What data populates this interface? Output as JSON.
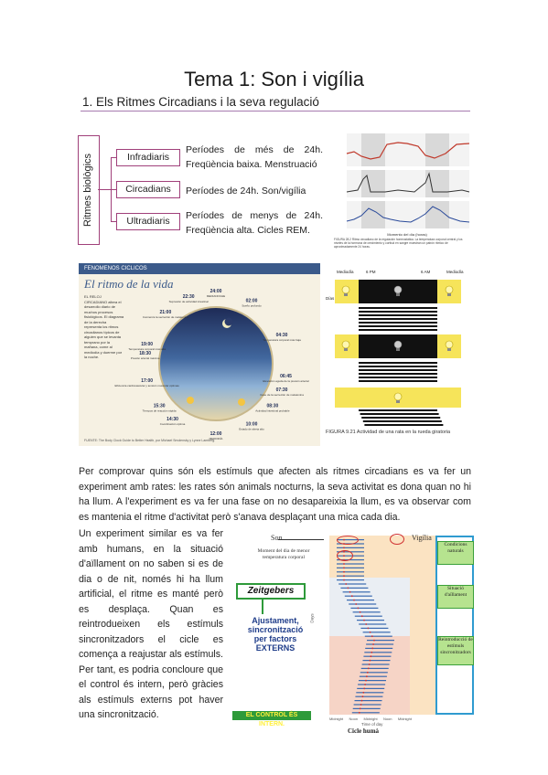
{
  "header": {
    "title": "Tema 1: Son i vigília",
    "section": "1.  Els Ritmes Circadians i la seva regulació"
  },
  "diagram": {
    "root_label": "Ritmes biològics",
    "items": [
      {
        "label": "Infradiaris",
        "description": "Períodes de més de 24h. Freqüència baixa. Menstruació"
      },
      {
        "label": "Circadians",
        "description": "Períodes de 24h. Son/vigília"
      },
      {
        "label": "Ultradiaris",
        "description": "Períodes de menys de 24h. Freqüència alta. Cicles REM."
      }
    ]
  },
  "figures": {
    "graph_caption": "FIGURA 28.2 Ritmo circadiano de la regulación homeostática. La temperatura corporal central y los niveles de la hormona de crecimiento y cortisol en sangre muestran un patrón rítmico de aproximadamente 24 horas.",
    "graph_xlabel": "Momento del día (horas)",
    "wheel_header": "FENOMENOS CICLICOS",
    "wheel_title": "El ritmo de la vida",
    "wheel_intro": "EL RELOJ CIRCADIANO altera el desarrollo diario de muchos procesos fisiológicos. El diagrama de la derecha representa los ritmos circadianos típicos de alguien que se levanta temprano por la mañana, come al mediodía y duerme por la noche.",
    "wheel_times": [
      {
        "time": "22:30",
        "text": "Supresión de actividad intestinal"
      },
      {
        "time": "24:00",
        "text": "MEDIANOCHE"
      },
      {
        "time": "02:00",
        "text": "Sueño profundo"
      },
      {
        "time": "21:00",
        "text": "Comienza la secreción de melatonina"
      },
      {
        "time": "04:30",
        "text": "Temperatura corporal más baja"
      },
      {
        "time": "19:00",
        "text": "Temperatura corporal más alta"
      },
      {
        "time": "18:30",
        "text": "Presión arterial máxima"
      },
      {
        "time": "06:45",
        "text": "Elevación aguda de la presión arterial"
      },
      {
        "time": "17:00",
        "text": "Eficiencia cardiovascular y tensión muscular óptimas"
      },
      {
        "time": "07:30",
        "text": "Cese de la secreción de melatonina"
      },
      {
        "time": "08:30",
        "text": "Actividad intestinal probable"
      },
      {
        "time": "15:30",
        "text": "Tiempos de reacción rápida"
      },
      {
        "time": "14:30",
        "text": "Coordinación óptima"
      },
      {
        "time": "10:00",
        "text": "Estado de alerta alto"
      },
      {
        "time": "12:00",
        "text": "MEDIODÍA"
      }
    ],
    "wheel_footer": "FUENTE: The Body Clock Guide to Better Health, por Michael Smolensky y Lynne Lamberg.",
    "rat_col_labels": [
      "Mediodía",
      "6 PM",
      "6 AM",
      "Mediodía"
    ],
    "rat_side_label": "Días",
    "rat_caption": "FIGURA 9.21 Actividad de una rata en la rueda giratoria",
    "human_labels": {
      "son": "Son",
      "vigilia": "Vigília",
      "moment": "Moment del dia de menor temperatura corporal",
      "cond": "Condicions naturals",
      "aill": "Situació d'aïllament",
      "reintro": "Reintroducció de estímuls sincronitzadors",
      "xaxis": "Time of day",
      "days": "Days",
      "ticks": [
        "Midnight",
        "Noon",
        "Midnight",
        "Noon",
        "Midnight"
      ],
      "caption": "Cicle humà"
    },
    "zeitgebers": "Zeitgebers",
    "ajustament": "Ajustament, sincronització per factors EXTERNS",
    "control": "EL CONTROL ÉS INTERN."
  },
  "body": {
    "paragraph1": "Per comprovar quins són els estímuls que afecten als ritmes circadians es va fer un experiment amb rates: les rates són animals nocturns, la seva activitat es dona quan no hi ha llum. A l'experiment es va fer una fase on no desapareixia la llum, es va observar com es mantenia el ritme d'activitat però s'anava desplaçant una mica cada dia.",
    "paragraph2": "Un experiment similar es va fer amb humans, en la situació d'aïllament on no saben si es de dia o de nit, només hi ha llum artificial, el ritme es manté però es desplaça. Quan es reintrodueixen els estímuls sincronitzadors el cicle es comença a reajustar als estímuls. Per tant, es podria concloure que el control és intern, però gràcies als estímuls externs pot haver una sincronització."
  },
  "colors": {
    "accent": "#a0407a",
    "rule": "#a77ab0",
    "zeitgeber_green": "#2e9a3a",
    "ajust_blue": "#1f3d8a",
    "control_bg": "#2e9a3a",
    "control_text": "#ffef3a"
  }
}
